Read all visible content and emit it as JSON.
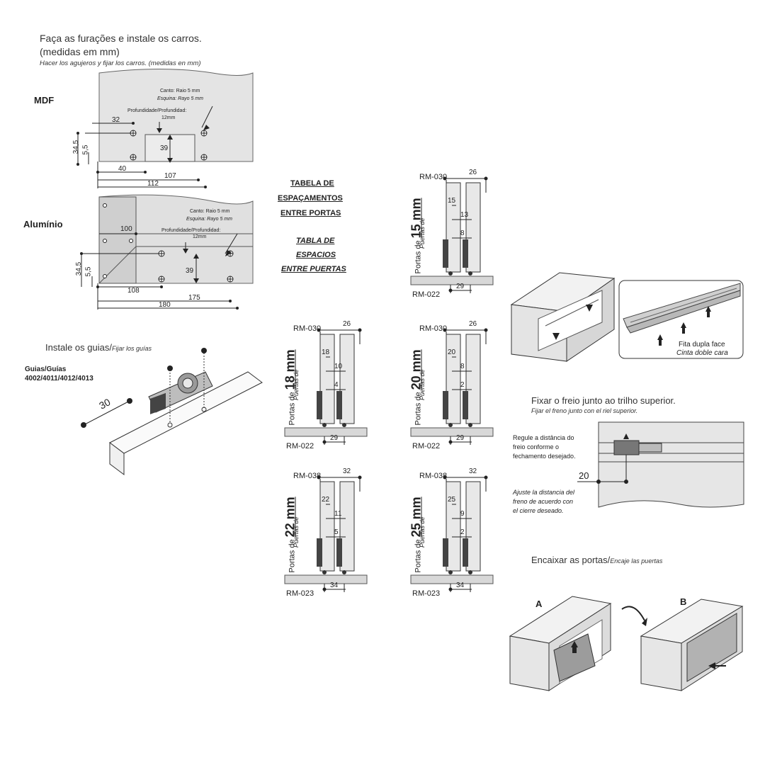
{
  "header": {
    "line1": "Faça as furações e instale os carros.",
    "line2": "(medidas em mm)",
    "line3": "Hacer los agujeros y fijar los carros. (medidas en mm)"
  },
  "mdf": {
    "label": "MDF",
    "canto": "Canto: Raio 5 mm",
    "esquina": "Esquina: Rayo 5 mm",
    "prof": "Profundidade/Profundidad:",
    "prof_val": "12mm",
    "dims": {
      "d32": "32",
      "d34_5": "34,5",
      "d5_5": "5,5",
      "d39": "39",
      "d40": "40",
      "d107": "107",
      "d112": "112"
    }
  },
  "aluminio": {
    "label": "Alumínio",
    "canto": "Canto: Raio 5 mm",
    "esquina": "Esquina: Rayo 5 mm",
    "prof": "Profundidade/Profundidad:",
    "prof_val": "12mm",
    "dims": {
      "d100": "100",
      "d34_5": "34,5",
      "d5_5": "5,5",
      "d39": "39",
      "d108": "108",
      "d175": "175",
      "d180": "180"
    }
  },
  "guides": {
    "title": "Instale os guias/",
    "title_es": "Fijar los guías",
    "label_line1": "Guias/Guías",
    "label_line2": "4002/4011/4012/4013",
    "dim": "30"
  },
  "table_title": {
    "pt": [
      "TABELA DE",
      "ESPAÇAMENTOS",
      "ENTRE PORTAS"
    ],
    "es": [
      "TABLA DE",
      "ESPACIOS",
      "ENTRE PUERTAS"
    ]
  },
  "spacing": [
    {
      "thickness": "15 mm",
      "prefix": "Portas de",
      "es": "Puertas de",
      "top": "RM-030",
      "width": "26",
      "bottom": "RM-022",
      "bottom_dim": "29",
      "vals": [
        "15",
        "13",
        "8"
      ]
    },
    {
      "thickness": "18 mm",
      "prefix": "Portas de",
      "es": "Puertas de",
      "top": "RM-030",
      "width": "26",
      "bottom": "RM-022",
      "bottom_dim": "29",
      "vals": [
        "18",
        "10",
        "4"
      ]
    },
    {
      "thickness": "20 mm",
      "prefix": "Portas de",
      "es": "Puertas de",
      "top": "RM-030",
      "width": "26",
      "bottom": "RM-022",
      "bottom_dim": "29",
      "vals": [
        "20",
        "8",
        "2"
      ]
    },
    {
      "thickness": "22 mm",
      "prefix": "Portas de",
      "es": "Puertas de",
      "top": "RM-038",
      "width": "32",
      "bottom": "RM-023",
      "bottom_dim": "34",
      "vals": [
        "22",
        "11",
        "5"
      ]
    },
    {
      "thickness": "25 mm",
      "prefix": "Portas de",
      "es": "Puertas de",
      "top": "RM-038",
      "width": "32",
      "bottom": "RM-023",
      "bottom_dim": "34",
      "vals": [
        "25",
        "9",
        "2"
      ]
    }
  ],
  "tape": {
    "pt": "Fita dupla face",
    "es": "Cinta doble cara"
  },
  "brake": {
    "title": "Fixar o freio junto ao trilho superior.",
    "title_es": "Fijar el freno junto con el riel superior.",
    "note_pt": [
      "Regule a distância do",
      "freio conforme o",
      "fechamento desejado."
    ],
    "note_es": [
      "Ajuste la distancia del",
      "freno de acuerdo con",
      "el cierre deseado."
    ],
    "dim": "20"
  },
  "doors": {
    "title": "Encaixar as portas/",
    "title_es": "Encaje las puertas",
    "a": "A",
    "b": "B"
  }
}
